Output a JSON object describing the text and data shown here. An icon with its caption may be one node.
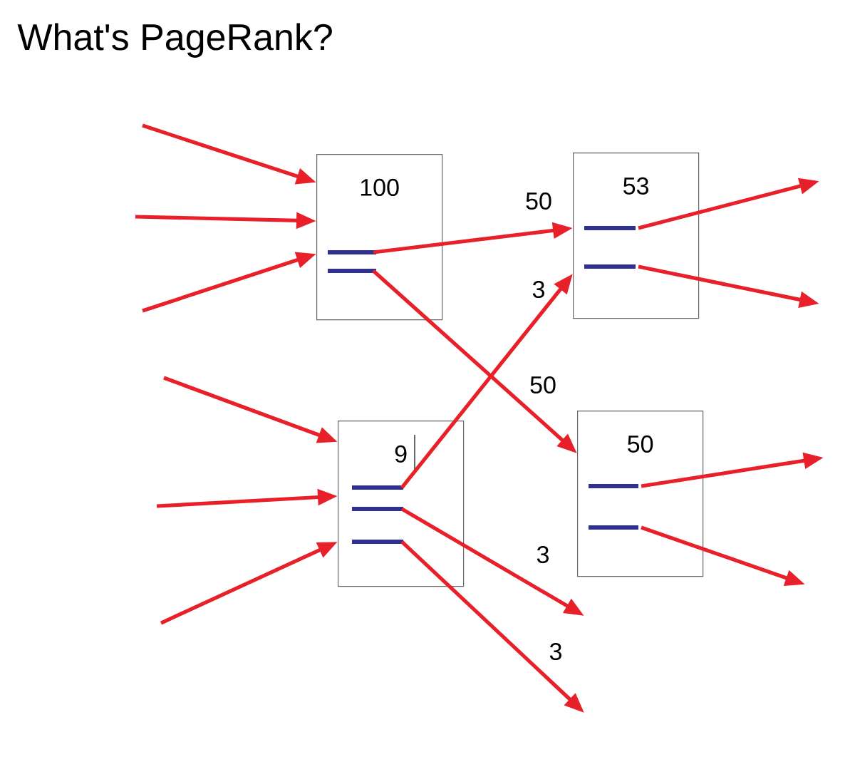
{
  "diagram": {
    "title": "What's PageRank?",
    "nodes": [
      {
        "text": [
          "100"
        ]
      },
      {
        "text": [
          "53"
        ]
      },
      {
        "text": [
          "9"
        ]
      },
      {
        "text": [
          "50"
        ]
      }
    ],
    "edges": [
      {
        "from": null,
        "to": 0,
        "arrow": "to"
      },
      {
        "from": null,
        "to": 0,
        "arrow": "to"
      },
      {
        "from": null,
        "to": 0,
        "arrow": "to"
      },
      {
        "from": null,
        "to": 2,
        "arrow": "to"
      },
      {
        "from": null,
        "to": 2,
        "arrow": "to"
      },
      {
        "from": null,
        "to": 2,
        "arrow": "to"
      },
      {
        "from": 0,
        "to": 1,
        "arrow": "to",
        "label": "50"
      },
      {
        "from": 0,
        "to": 3,
        "arrow": "to",
        "label": "50"
      },
      {
        "from": 2,
        "to": 1,
        "arrow": "to",
        "label": "3"
      },
      {
        "from": 2,
        "to": null,
        "arrow": "to",
        "label": "3"
      },
      {
        "from": 2,
        "to": null,
        "arrow": "to",
        "label": "3"
      },
      {
        "from": 1,
        "to": null,
        "arrow": "to"
      },
      {
        "from": 1,
        "to": null,
        "arrow": "to"
      },
      {
        "from": 3,
        "to": null,
        "arrow": "to"
      },
      {
        "from": 3,
        "to": null,
        "arrow": "to"
      }
    ]
  }
}
